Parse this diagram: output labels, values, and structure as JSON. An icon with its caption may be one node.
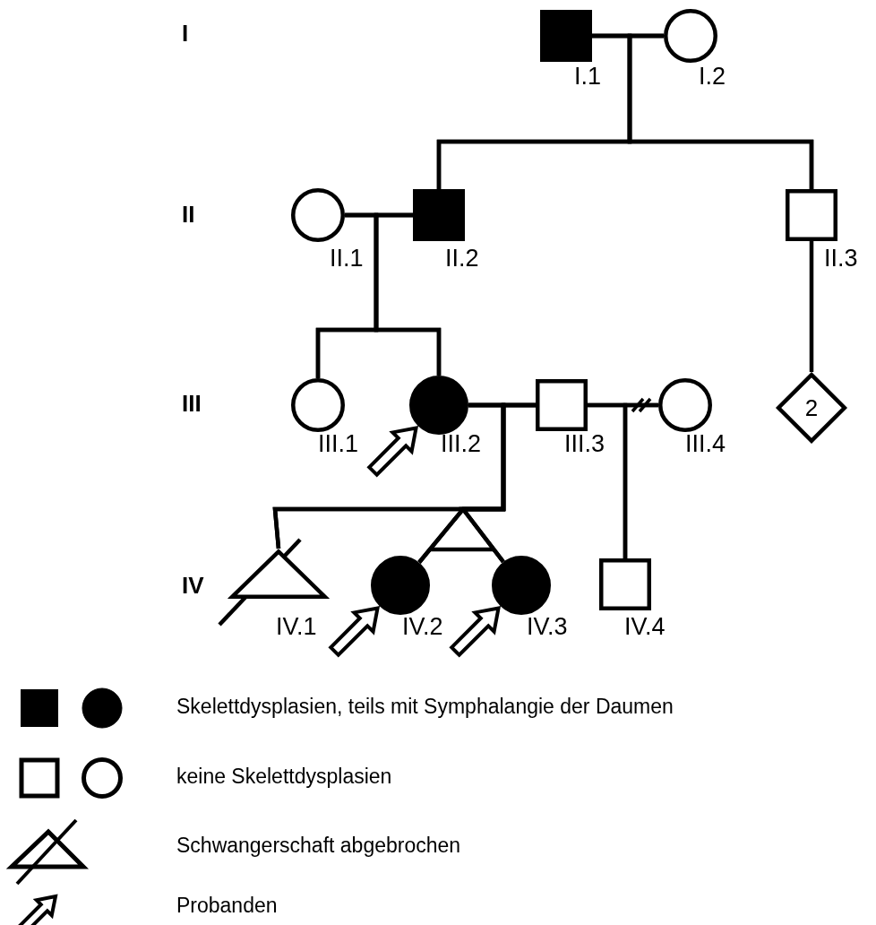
{
  "diagram": {
    "nodes": [
      {
        "text": [],
        "shape": "box",
        "beside": [
          "I.1"
        ]
      },
      {
        "text": [],
        "shape": "circle",
        "beside": [
          "I.2"
        ]
      },
      {
        "text": [],
        "shape": "circle",
        "beside": [
          "II.1"
        ]
      },
      {
        "text": [],
        "shape": "box",
        "beside": [
          "II.2"
        ]
      },
      {
        "text": [],
        "shape": "box",
        "beside": [
          "II.3"
        ]
      },
      {
        "text": [],
        "shape": "circle",
        "beside": [
          "III.1"
        ]
      },
      {
        "text": [],
        "shape": "circle",
        "beside": [
          "III.2"
        ]
      },
      {
        "text": [],
        "shape": "box",
        "beside": [
          "III.3"
        ]
      },
      {
        "text": [],
        "shape": "circle",
        "beside": [
          "III.4"
        ]
      },
      {
        "text": [
          "2"
        ]
      },
      {
        "text": [],
        "shape": "triangle",
        "beside": [
          "IV.1"
        ]
      },
      {
        "text": [],
        "shape": "circle",
        "beside": [
          "IV.2"
        ]
      },
      {
        "text": [],
        "shape": "circle",
        "beside": [
          "IV.3"
        ]
      },
      {
        "text": [],
        "shape": "box",
        "beside": [
          "IV.4"
        ]
      }
    ],
    "edges": [
      {
        "from": 0,
        "to": 1,
        "arrow": "none"
      },
      {
        "from": 0,
        "to": 3,
        "arrow": "none"
      },
      {
        "from": 1,
        "to": 3,
        "arrow": "none"
      },
      {
        "from": 0,
        "to": 4,
        "arrow": "none"
      },
      {
        "from": 1,
        "to": 4,
        "arrow": "none"
      },
      {
        "from": 2,
        "to": 3,
        "arrow": "none"
      },
      {
        "from": 2,
        "to": 5,
        "arrow": "none"
      },
      {
        "from": 3,
        "to": 5,
        "arrow": "none"
      },
      {
        "from": 2,
        "to": 6,
        "arrow": "none"
      },
      {
        "from": 3,
        "to": 6,
        "arrow": "none"
      },
      {
        "from": 4,
        "to": 9,
        "arrow": "none"
      },
      {
        "from": 6,
        "to": 7,
        "arrow": "none"
      },
      {
        "from": 7,
        "to": 8,
        "arrow": "none"
      },
      {
        "from": 6,
        "to": 10,
        "arrow": "none"
      },
      {
        "from": 7,
        "to": 10,
        "arrow": "none"
      },
      {
        "from": 6,
        "to": 11,
        "arrow": "none"
      },
      {
        "from": 7,
        "to": 11,
        "arrow": "none"
      },
      {
        "from": 6,
        "to": 12,
        "arrow": "none"
      },
      {
        "from": 7,
        "to": 12,
        "arrow": "none"
      },
      {
        "from": 7,
        "to": 13,
        "arrow": "none"
      },
      {
        "from": 8,
        "to": 13,
        "arrow": "none"
      },
      {
        "from": null,
        "to": 6,
        "arrow": "to",
        "style": "thick"
      },
      {
        "from": null,
        "to": 11,
        "arrow": "to",
        "style": "thick"
      },
      {
        "from": null,
        "to": 12,
        "arrow": "to",
        "style": "thick"
      }
    ],
    "labels": [
      "I",
      "II",
      "III",
      "IV"
    ],
    "legend": [
      {
        "text": "Skelettdysplasien, teils mit Symphalangie der Daumen"
      },
      {
        "text": "keine Skelettdysplasien"
      },
      {
        "text": "Schwangerschaft abgebrochen"
      },
      {
        "text": "Probanden"
      }
    ]
  }
}
